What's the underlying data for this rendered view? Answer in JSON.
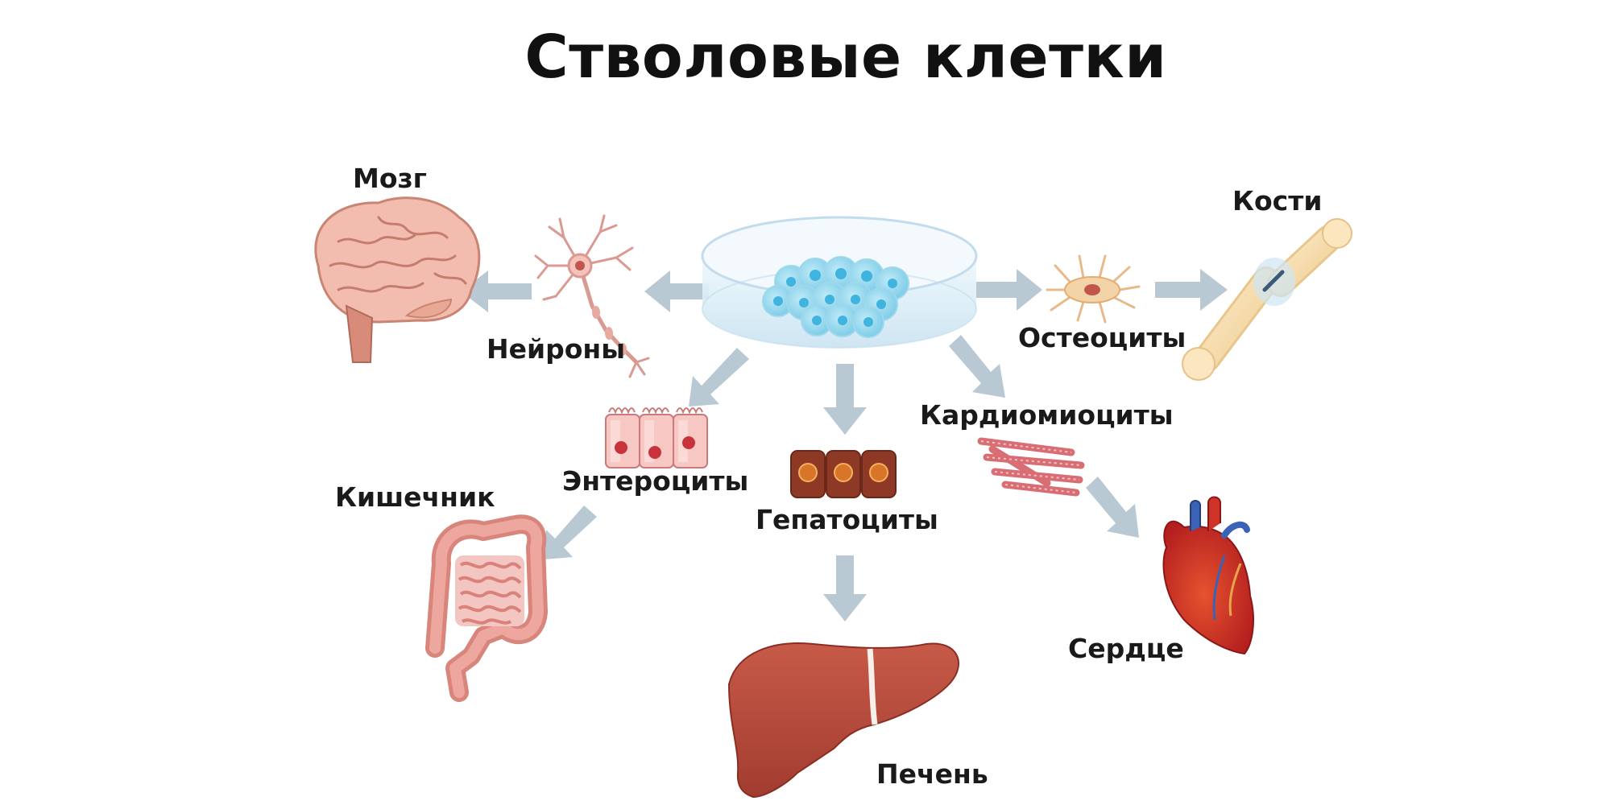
{
  "title": "Стволовые клетки",
  "labels": {
    "brain": "Мозг",
    "neurons": "Нейроны",
    "bones": "Кости",
    "osteocytes": "Остеоциты",
    "cardiomyocytes": "Кардиомиоциты",
    "enterocytes": "Энтероциты",
    "hepatocytes": "Гепатоциты",
    "intestine": "Кишечник",
    "heart": "Сердце",
    "liver": "Печень"
  },
  "colors": {
    "arrow": "#b9c9d3",
    "brain": "#f0b8a8",
    "muscle": "#e88a8a",
    "liver": "#b54a3c",
    "heart": "#c4302b",
    "dish": "#d8ecf6",
    "cell": "#5fc4e4"
  }
}
